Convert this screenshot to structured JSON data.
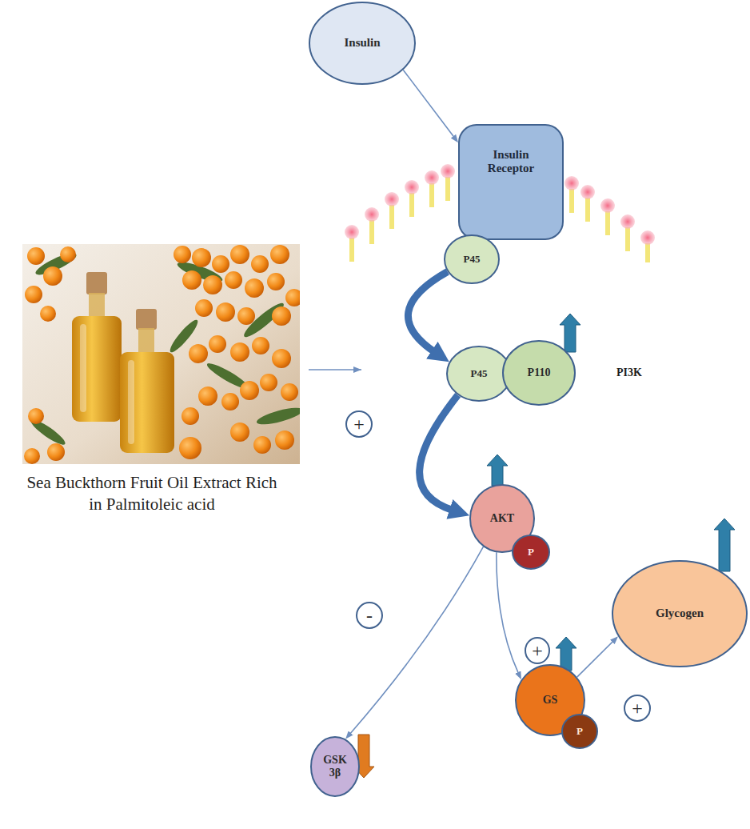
{
  "diagram": {
    "nodes": [
      {
        "text": [
          "Insulin"
        ]
      },
      {
        "text": [
          "Insulin Receptor"
        ]
      },
      {
        "text": [
          "P45"
        ]
      },
      {
        "text": [
          "P45"
        ]
      },
      {
        "text": [
          "P110"
        ]
      },
      {
        "text": [
          "+"
        ]
      },
      {
        "text": [
          "AKT"
        ]
      },
      {
        "text": [
          "P"
        ]
      },
      {
        "text": [
          "Glycogen"
        ]
      },
      {
        "text": [
          "-"
        ]
      },
      {
        "text": [
          "+"
        ]
      },
      {
        "text": [
          "+"
        ]
      },
      {
        "text": [
          "GS"
        ]
      },
      {
        "text": [
          "P"
        ]
      },
      {
        "text": [
          "GSK 3β"
        ]
      }
    ],
    "edges": [
      {
        "from": 0,
        "to": 1,
        "arrow": "to"
      },
      {
        "from": 2,
        "to": 3,
        "arrow": "to"
      },
      {
        "from": 3,
        "to": 6,
        "arrow": "to"
      },
      {
        "from": 6,
        "to": 14,
        "arrow": "to"
      },
      {
        "from": 6,
        "to": 12,
        "arrow": "to"
      },
      {
        "from": 12,
        "to": 8,
        "arrow": "to"
      }
    ],
    "labels": [
      "PI3K",
      "Sea Buckthorn Fruit Oil Extract Rich in Palmitoleic acid"
    ]
  }
}
